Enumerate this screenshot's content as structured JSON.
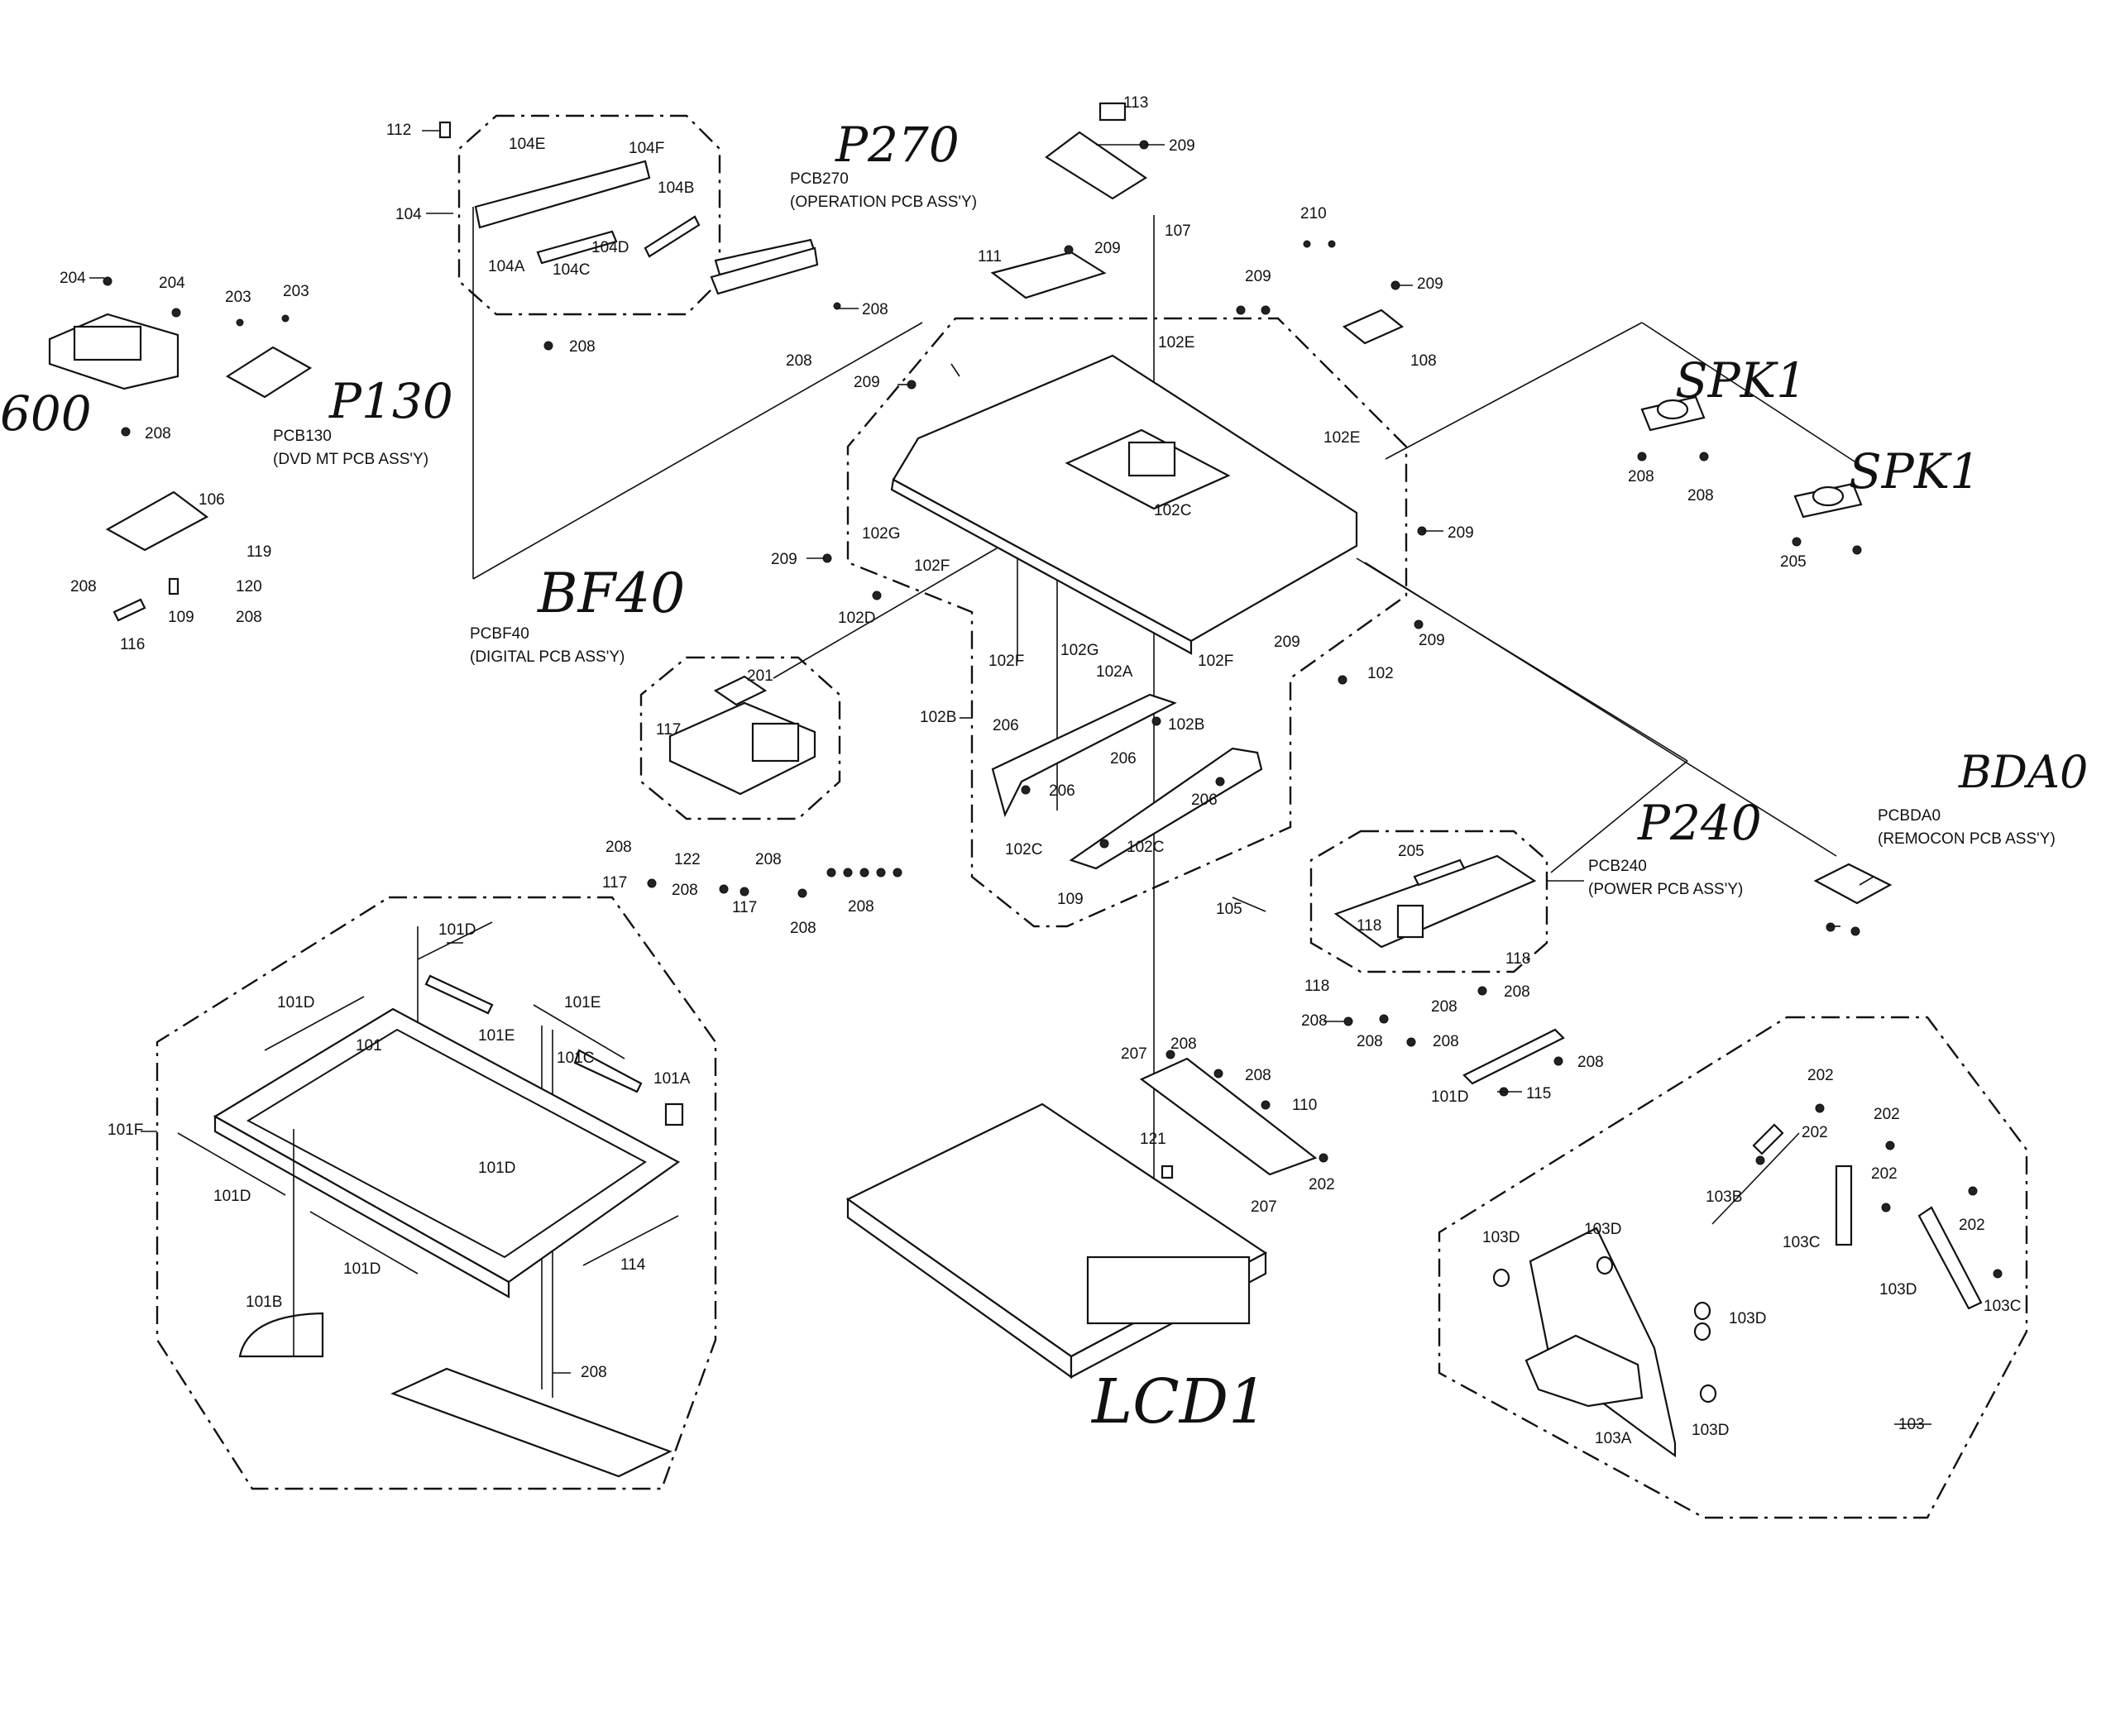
{
  "handwritten": [
    {
      "id": "p270",
      "text": "P270"
    },
    {
      "id": "p130",
      "text": "P130"
    },
    {
      "id": "n600",
      "text": "600"
    },
    {
      "id": "bf40",
      "text": "BF40"
    },
    {
      "id": "spk1a",
      "text": "SPK1"
    },
    {
      "id": "spk1b",
      "text": "SPK1"
    },
    {
      "id": "bda0",
      "text": "BDA0"
    },
    {
      "id": "p240",
      "text": "P240"
    },
    {
      "id": "lcd1",
      "text": "LCD1"
    }
  ],
  "captions": {
    "pcb270": {
      "code": "PCB270",
      "desc": "(OPERATION PCB ASS'Y)"
    },
    "pcb130": {
      "code": "PCB130",
      "desc": "(DVD MT PCB ASS'Y)"
    },
    "pcbf40": {
      "code": "PCBF40",
      "desc": "(DIGITAL PCB ASS'Y)"
    },
    "pcb240": {
      "code": "PCB240",
      "desc": "(POWER PCB ASS'Y)"
    },
    "pcbda0": {
      "code": "PCBDA0",
      "desc": "(REMOCON PCB ASS'Y)"
    }
  },
  "labels": [
    "112",
    "104E",
    "104F",
    "104B",
    "104",
    "104A",
    "104C",
    "104D",
    "208",
    "208",
    "208",
    "204",
    "204",
    "203",
    "203",
    "208",
    "106",
    "119",
    "208",
    "120",
    "109",
    "208",
    "116",
    "113",
    "209",
    "107",
    "111",
    "209",
    "210",
    "209",
    "209",
    "102E",
    "108",
    "209",
    "102E",
    "102C",
    "102G",
    "209",
    "102F",
    "209",
    "102D",
    "102F",
    "102G",
    "102A",
    "102F",
    "209",
    "209",
    "102",
    "102B",
    "206",
    "102B",
    "206",
    "206",
    "206",
    "102C",
    "102C",
    "109",
    "105",
    "201",
    "117",
    "208",
    "117",
    "122",
    "208",
    "117",
    "208",
    "208",
    "208",
    "208",
    "208",
    "205",
    "205",
    "118",
    "118",
    "118",
    "208",
    "208",
    "208",
    "208",
    "208",
    "208",
    "115",
    "101D",
    "101D",
    "101D",
    "101E",
    "101E",
    "101C",
    "101A",
    "101",
    "101F",
    "101D",
    "101D",
    "101D",
    "114",
    "101B",
    "208",
    "207",
    "208",
    "208",
    "110",
    "121",
    "207",
    "202",
    "202",
    "202",
    "202",
    "202",
    "202",
    "103C",
    "103B",
    "103C",
    "103D",
    "103D",
    "103D",
    "103D",
    "103D",
    "103A",
    "103"
  ]
}
